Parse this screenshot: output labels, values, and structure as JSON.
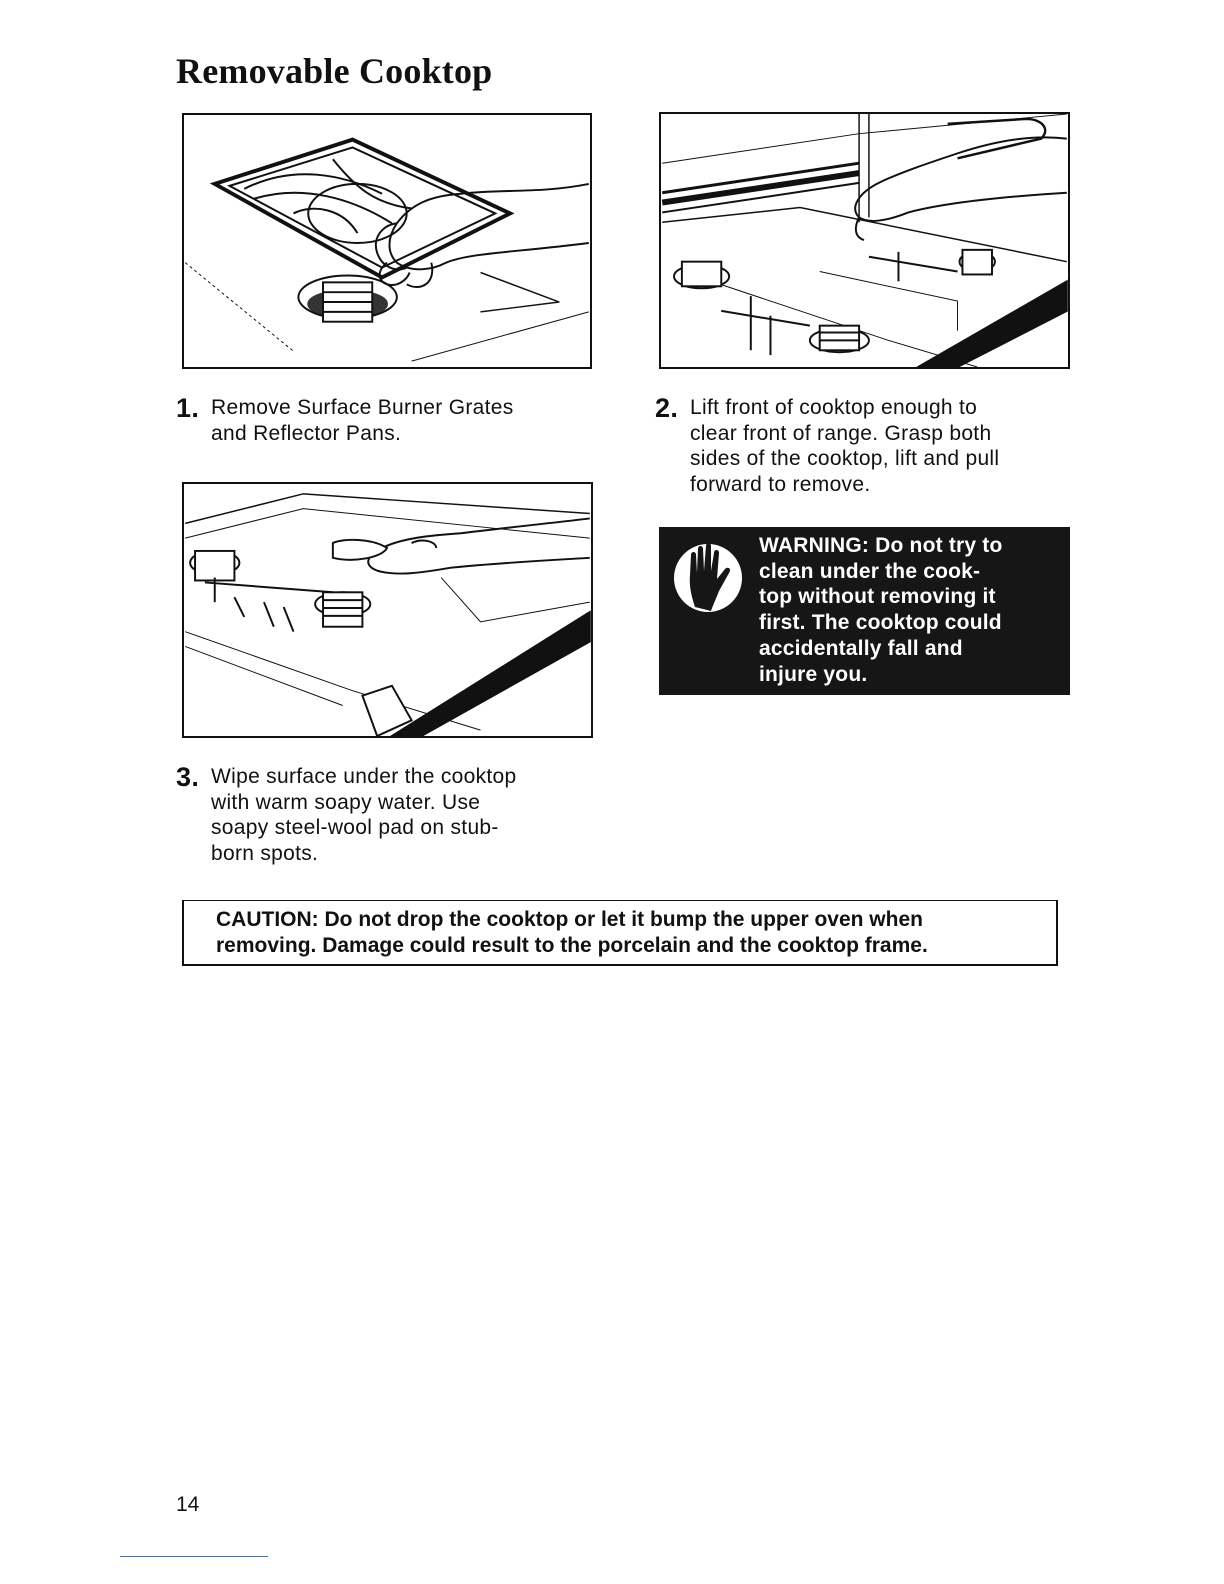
{
  "page": {
    "title": "Removable Cooktop",
    "page_number": "14"
  },
  "steps": [
    {
      "number": "1.",
      "text": "Remove Surface Burner Grates\nand Reflector Pans."
    },
    {
      "number": "2.",
      "text": "Lift front of cooktop enough to\nclear front of range. Grasp both\nsides of the cooktop, lift and pull\nforward to remove."
    },
    {
      "number": "3.",
      "text": "Wipe surface under the cooktop\nwith warm soapy water. Use\nsoapy steel-wool pad on stub-\nborn spots."
    }
  ],
  "warning": {
    "icon": "hand-warning-icon",
    "text": "WARNING: Do not try to\nclean under the cook-\ntop without removing it\nfirst. The cooktop could\naccidentally fall and\ninjure you."
  },
  "caution": {
    "text": "CAUTION: Do not drop the cooktop or let it bump the upper oven when\nremoving. Damage could result to the porcelain and the cooktop frame."
  },
  "colors": {
    "ink": "#111111",
    "warning_bg": "#161616",
    "footer_line": "#3b6fd1"
  }
}
